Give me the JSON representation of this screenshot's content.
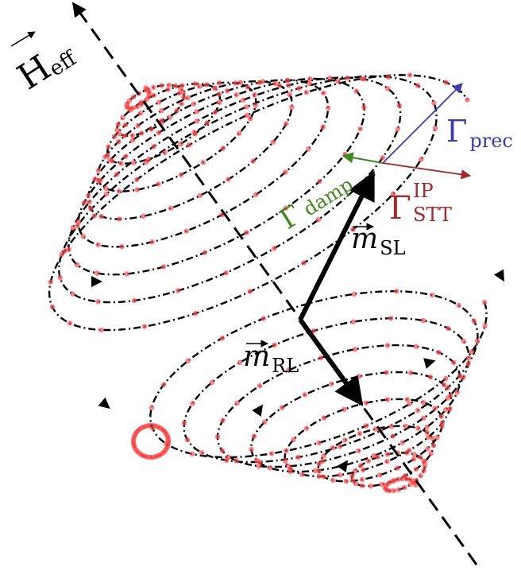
{
  "labels": {
    "h_eff": {
      "base": "H",
      "sub": "eff"
    },
    "gamma_prec": {
      "base": "Γ",
      "sub": "prec"
    },
    "gamma_damp": {
      "base": "Γ",
      "sub": "damp"
    },
    "gamma_stt": {
      "base": "Γ",
      "sup": "IP",
      "sub": "STT"
    },
    "m_sl": {
      "base": "m",
      "sub": "SL"
    },
    "m_rl": {
      "base": "m",
      "sub": "RL"
    }
  },
  "colors": {
    "trajectory_line": "#000000",
    "trajectory_dots": "#ff4a4a",
    "gamma_prec": "#3b3bb5",
    "gamma_damp": "#3d8a1f",
    "gamma_stt": "#a52a2a",
    "vectors": "#000000"
  }
}
